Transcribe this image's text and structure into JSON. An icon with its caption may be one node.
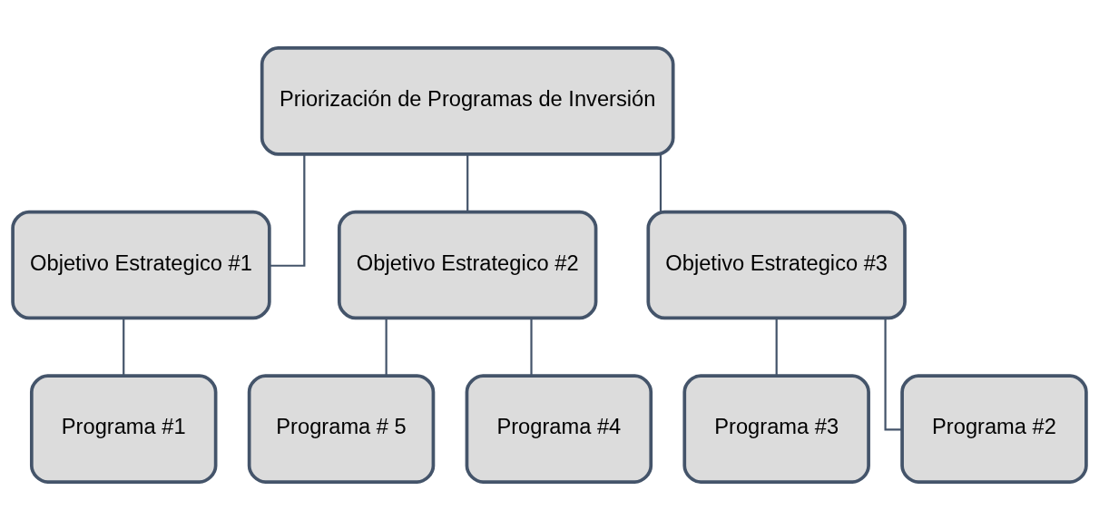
{
  "diagram": {
    "nodes": [
      {
        "text": [
          "Priorización de Programas de Inversión"
        ]
      },
      {
        "text": [
          "Objetivo Estrategico #1"
        ]
      },
      {
        "text": [
          "Objetivo Estrategico #2"
        ]
      },
      {
        "text": [
          "Objetivo Estrategico #3"
        ]
      },
      {
        "text": [
          "Programa #1"
        ]
      },
      {
        "text": [
          "Programa # 5"
        ]
      },
      {
        "text": [
          "Programa #4"
        ]
      },
      {
        "text": [
          "Programa #3"
        ]
      },
      {
        "text": [
          "Programa #2"
        ]
      }
    ],
    "edges": [
      {
        "from": 0,
        "to": 1,
        "arrow": "none"
      },
      {
        "from": 0,
        "to": 2,
        "arrow": "none"
      },
      {
        "from": 0,
        "to": 3,
        "arrow": "none"
      },
      {
        "from": 1,
        "to": 4,
        "arrow": "none"
      },
      {
        "from": 2,
        "to": 5,
        "arrow": "none"
      },
      {
        "from": 2,
        "to": 6,
        "arrow": "none"
      },
      {
        "from": 3,
        "to": 7,
        "arrow": "none"
      },
      {
        "from": 3,
        "to": 8,
        "arrow": "none"
      }
    ]
  }
}
